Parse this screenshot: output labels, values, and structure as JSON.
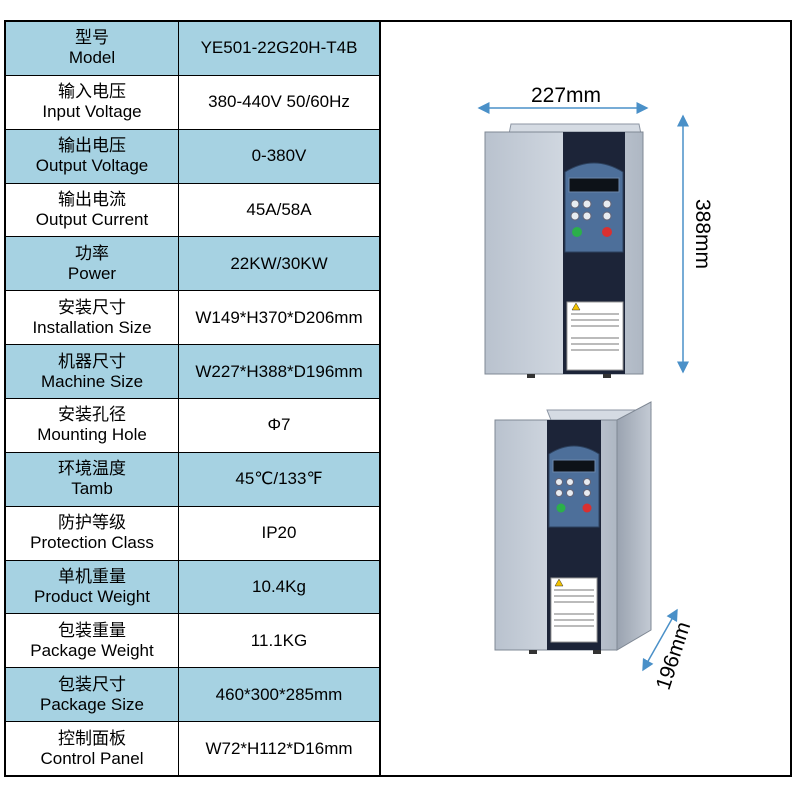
{
  "specs": [
    {
      "label_cn": "型号",
      "label_en": "Model",
      "value": "YE501-22G20H-T4B"
    },
    {
      "label_cn": "输入电压",
      "label_en": "Input Voltage",
      "value": "380-440V 50/60Hz"
    },
    {
      "label_cn": "输出电压",
      "label_en": "Output Voltage",
      "value": "0-380V"
    },
    {
      "label_cn": "输出电流",
      "label_en": "Output Current",
      "value": "45A/58A"
    },
    {
      "label_cn": "功率",
      "label_en": "Power",
      "value": "22KW/30KW"
    },
    {
      "label_cn": "安装尺寸",
      "label_en": "Installation Size",
      "value": "W149*H370*D206mm"
    },
    {
      "label_cn": "机器尺寸",
      "label_en": "Machine Size",
      "value": "W227*H388*D196mm"
    },
    {
      "label_cn": "安装孔径",
      "label_en": "Mounting Hole",
      "value": "Φ7"
    },
    {
      "label_cn": "环境温度",
      "label_en": "Tamb",
      "value": "45℃/133℉"
    },
    {
      "label_cn": "防护等级",
      "label_en": "Protection Class",
      "value": "IP20"
    },
    {
      "label_cn": "单机重量",
      "label_en": "Product Weight",
      "value": "10.4Kg"
    },
    {
      "label_cn": "包装重量",
      "label_en": "Package Weight",
      "value": "11.1KG"
    },
    {
      "label_cn": "包装尺寸",
      "label_en": "Package Size",
      "value": "460*300*285mm"
    },
    {
      "label_cn": "控制面板",
      "label_en": "Control Panel",
      "value": "W72*H112*D16mm"
    }
  ],
  "dimensions": {
    "width": "227mm",
    "height": "388mm",
    "depth": "196mm"
  },
  "colors": {
    "row_shaded": "#a6d2e2",
    "row_plain": "#ffffff",
    "dimension_arrow": "#4a90c8",
    "housing": "#c5cdd8",
    "front_panel": "#1c2438"
  }
}
